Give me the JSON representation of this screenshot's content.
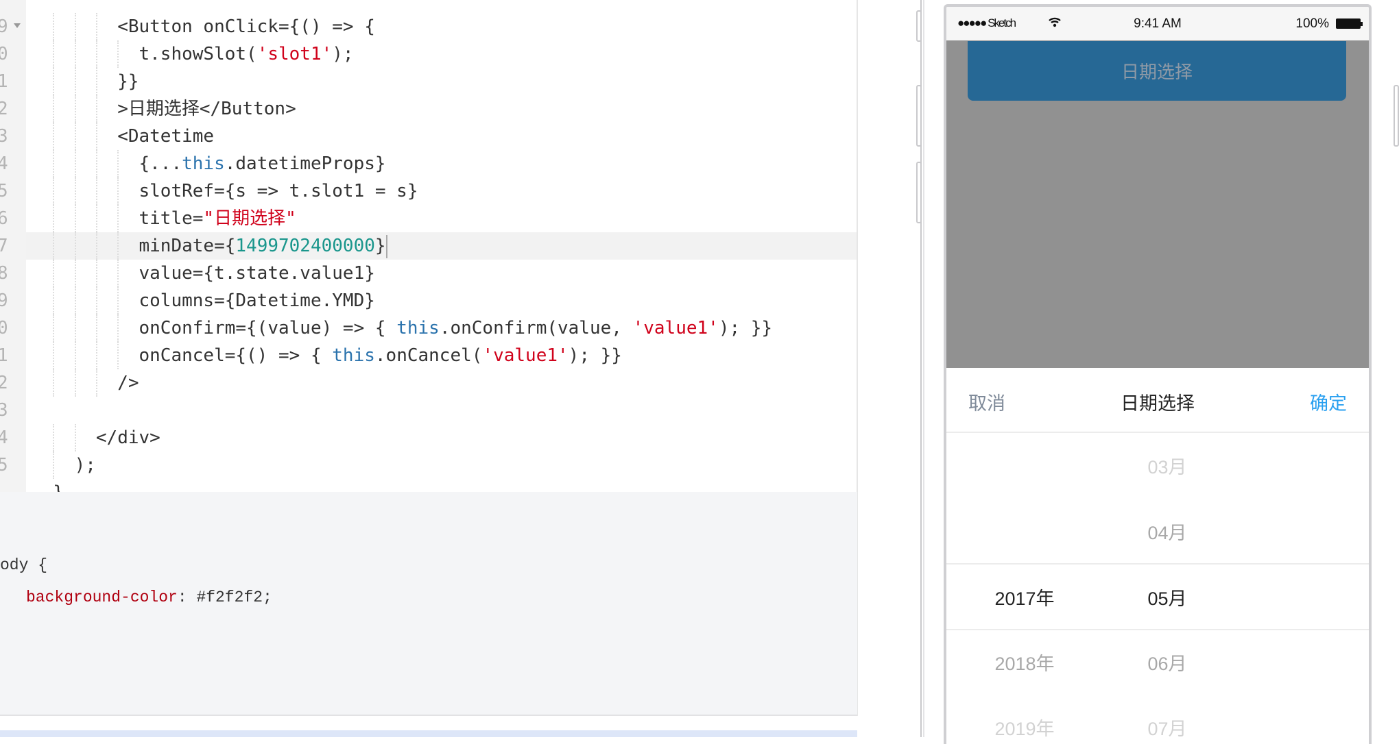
{
  "editor": {
    "line_numbers": [
      "9",
      "0",
      "1",
      "2",
      "3",
      "4",
      "5",
      "6",
      "7",
      "8",
      "9",
      "0",
      "1",
      "2",
      "3",
      "4",
      "5"
    ],
    "active_line_index": 8,
    "lines": [
      {
        "indent": 4,
        "tokens": [
          [
            "<Button onClick={() => {",
            ""
          ]
        ]
      },
      {
        "indent": 5,
        "tokens": [
          [
            "t.showSlot(",
            ""
          ],
          [
            "'slot1'",
            "str"
          ],
          [
            ");",
            ""
          ]
        ]
      },
      {
        "indent": 4,
        "tokens": [
          [
            "}}",
            ""
          ]
        ]
      },
      {
        "indent": 4,
        "tokens": [
          [
            ">日期选择</Button>",
            ""
          ]
        ]
      },
      {
        "indent": 4,
        "tokens": [
          [
            "<Datetime",
            ""
          ]
        ]
      },
      {
        "indent": 5,
        "tokens": [
          [
            "{...",
            ""
          ],
          [
            "this",
            "kw"
          ],
          [
            ".datetimeProps}",
            ""
          ]
        ]
      },
      {
        "indent": 5,
        "tokens": [
          [
            "slotRef={s => t.slot1 = s}",
            ""
          ]
        ]
      },
      {
        "indent": 5,
        "tokens": [
          [
            "title=",
            ""
          ],
          [
            "\"日期选择\"",
            "str"
          ]
        ]
      },
      {
        "indent": 5,
        "tokens": [
          [
            "minDate={",
            ""
          ],
          [
            "1499702400000",
            "num"
          ],
          [
            "}",
            ""
          ]
        ]
      },
      {
        "indent": 5,
        "tokens": [
          [
            "value={t.state.value1}",
            ""
          ]
        ]
      },
      {
        "indent": 5,
        "tokens": [
          [
            "columns={Datetime.YMD}",
            ""
          ]
        ]
      },
      {
        "indent": 5,
        "tokens": [
          [
            "onConfirm={(value) => { ",
            ""
          ],
          [
            "this",
            "kw"
          ],
          [
            ".onConfirm(value, ",
            ""
          ],
          [
            "'value1'",
            "str"
          ],
          [
            "); }}",
            ""
          ]
        ]
      },
      {
        "indent": 5,
        "tokens": [
          [
            "onCancel={() => { ",
            ""
          ],
          [
            "this",
            "kw"
          ],
          [
            ".onCancel(",
            ""
          ],
          [
            "'value1'",
            "str"
          ],
          [
            "); }}",
            ""
          ]
        ]
      },
      {
        "indent": 4,
        "tokens": [
          [
            "/>",
            ""
          ]
        ]
      },
      {
        "indent": 0,
        "tokens": []
      },
      {
        "indent": 3,
        "tokens": [
          [
            "</div>",
            ""
          ]
        ]
      },
      {
        "indent": 2,
        "tokens": [
          [
            ");",
            ""
          ]
        ]
      },
      {
        "indent": 1,
        "tokens": [
          [
            "}",
            ""
          ]
        ]
      }
    ]
  },
  "css_pane": {
    "selector": "ody {",
    "property": "background-color",
    "value": ": #f2f2f2;"
  },
  "phone": {
    "status": {
      "carrier": "●●●●● Sketch",
      "time": "9:41 AM",
      "battery": "100%"
    },
    "open_button": "日期选择",
    "picker": {
      "cancel": "取消",
      "title": "日期选择",
      "confirm": "确定",
      "years": [
        "",
        "",
        "2017年",
        "2018年",
        "2019年"
      ],
      "months": [
        "03月",
        "04月",
        "05月",
        "06月",
        "07月"
      ],
      "selected_index": 2
    }
  },
  "colors": {
    "primary_button": "#266895",
    "confirm": "#2aa0f0",
    "mask": "#919191",
    "string": "#d0021b",
    "keyword": "#2b73ad",
    "number": "#1a968c"
  }
}
